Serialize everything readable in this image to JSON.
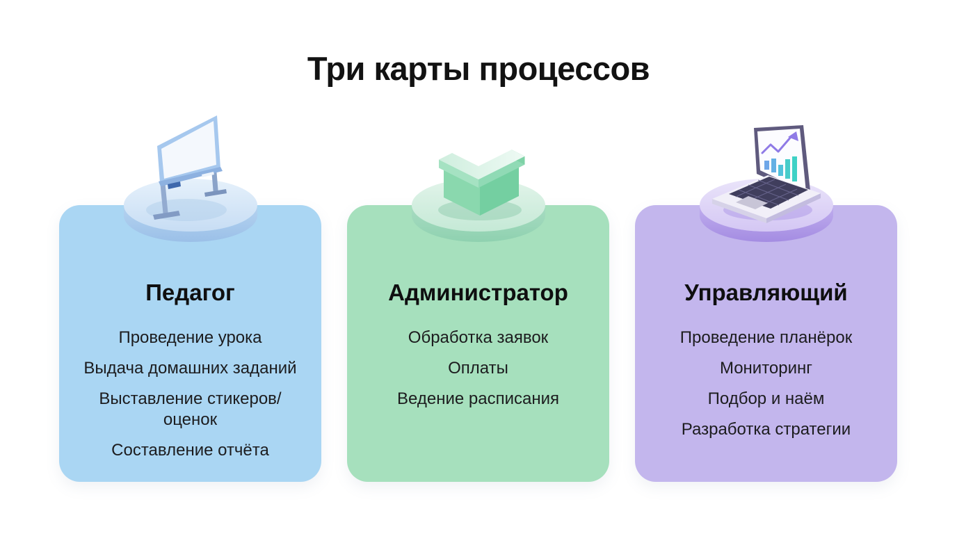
{
  "title": "Три карты процессов",
  "text_color": "#141414",
  "background_color": "#ffffff",
  "cards": [
    {
      "heading": "Педагог",
      "icon": "whiteboard-icon",
      "color": "#aad6f3",
      "items": [
        "Проведение урока",
        "Выдача домашних заданий",
        "Выставление стикеров/оценок",
        "Составление отчёта"
      ]
    },
    {
      "heading": "Администратор",
      "icon": "reception-desk-icon",
      "color": "#a6e0bd",
      "items": [
        "Обработка заявок",
        "Оплаты",
        "Ведение расписания"
      ]
    },
    {
      "heading": "Управляющий",
      "icon": "laptop-chart-icon",
      "color": "#c3b6ed",
      "items": [
        "Проведение планёрок",
        "Мониторинг",
        "Подбор и наём",
        "Разработка стратегии"
      ]
    }
  ]
}
